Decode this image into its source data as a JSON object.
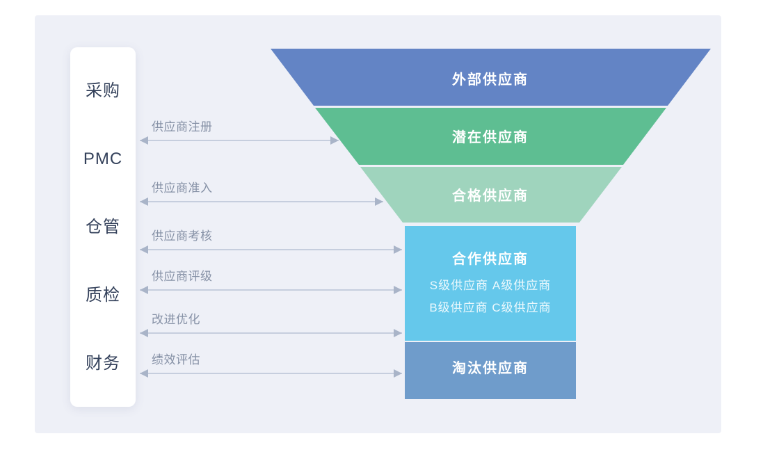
{
  "sidebar": {
    "roles": [
      "采购",
      "PMC",
      "仓管",
      "质检",
      "财务"
    ]
  },
  "flows": [
    {
      "label": "供应商注册"
    },
    {
      "label": "供应商准入"
    },
    {
      "label": "供应商考核"
    },
    {
      "label": "供应商评级"
    },
    {
      "label": "改进优化"
    },
    {
      "label": "绩效评估"
    }
  ],
  "funnel": {
    "stages": [
      {
        "label": "外部供应商",
        "color": "#6384C5"
      },
      {
        "label": "潜在供应商",
        "color": "#5EBE92"
      },
      {
        "label": "合格供应商",
        "color": "#9FD4BD"
      },
      {
        "label": "合作供应商",
        "color": "#65C8EB",
        "tiers_line1": "S级供应商 A级供应商",
        "tiers_line2": "B级供应商 C级供应商"
      },
      {
        "label": "淘汰供应商",
        "color": "#6F9CCB"
      }
    ]
  },
  "colors": {
    "panel_background": "#EEF0F7",
    "arrow": "#A9B4C8",
    "flow_label_text": "#8691A6",
    "role_text": "#33405A"
  }
}
